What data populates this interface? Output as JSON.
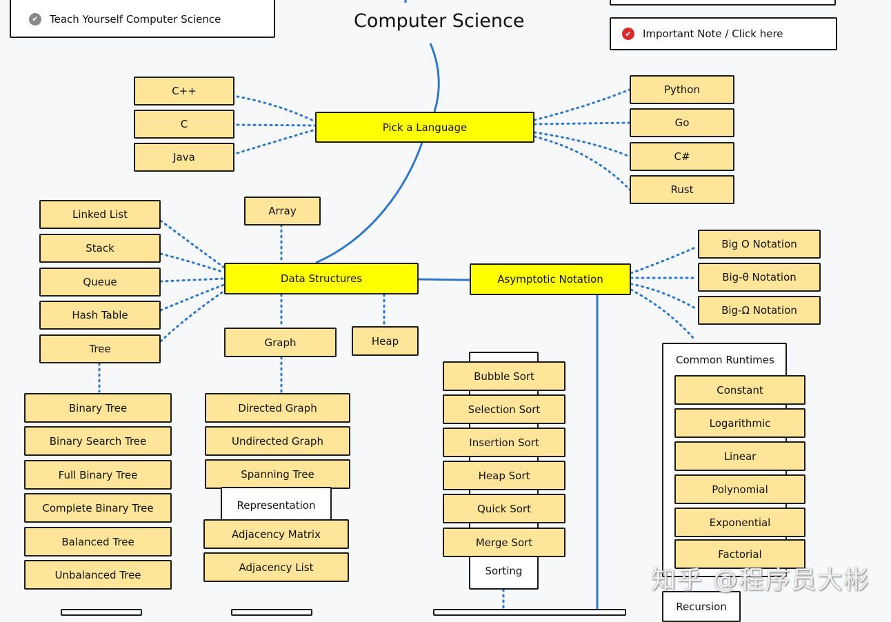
{
  "title": "Computer Science",
  "panels": {
    "left_item": "Teach Yourself Computer Science",
    "right_item": "Important Note / Click here",
    "colors": {
      "grey_check": "#888888",
      "red_check": "#d92b2b"
    }
  },
  "pick_language": {
    "label": "Pick a Language",
    "left": [
      "C++",
      "C",
      "Java"
    ],
    "right": [
      "Python",
      "Go",
      "C#",
      "Rust"
    ]
  },
  "data_structures": {
    "label": "Data Structures",
    "left": [
      "Linked List",
      "Stack",
      "Queue",
      "Hash Table",
      "Tree"
    ],
    "array": "Array",
    "graph": "Graph",
    "heap": "Heap",
    "tree_children": [
      "Binary Tree",
      "Binary Search Tree",
      "Full Binary Tree",
      "Complete Binary Tree",
      "Balanced Tree",
      "Unbalanced Tree"
    ],
    "graph_children": [
      "Directed Graph",
      "Undirected Graph",
      "Spanning Tree"
    ],
    "representation": "Representation",
    "representation_children": [
      "Adjacency Matrix",
      "Adjacency List"
    ]
  },
  "asymptotic": {
    "label": "Asymptotic Notation",
    "notations": [
      "Big O Notation",
      "Big-θ Notation",
      "Big-Ω Notation"
    ],
    "common_runtimes": "Common Runtimes",
    "runtimes": [
      "Constant",
      "Logarithmic",
      "Linear",
      "Polynomial",
      "Exponential",
      "Factorial"
    ]
  },
  "sorting": {
    "label": "Sorting",
    "items": [
      "Bubble Sort",
      "Selection Sort",
      "Insertion Sort",
      "Heap Sort",
      "Quick Sort",
      "Merge Sort"
    ]
  },
  "recursion": "Recursion",
  "watermark": "知乎 @程序员大彬",
  "colors": {
    "main_node": "#ffff00",
    "sub_node": "#ffe599",
    "line": "#2f78c8",
    "background": "#f7f8fa"
  }
}
